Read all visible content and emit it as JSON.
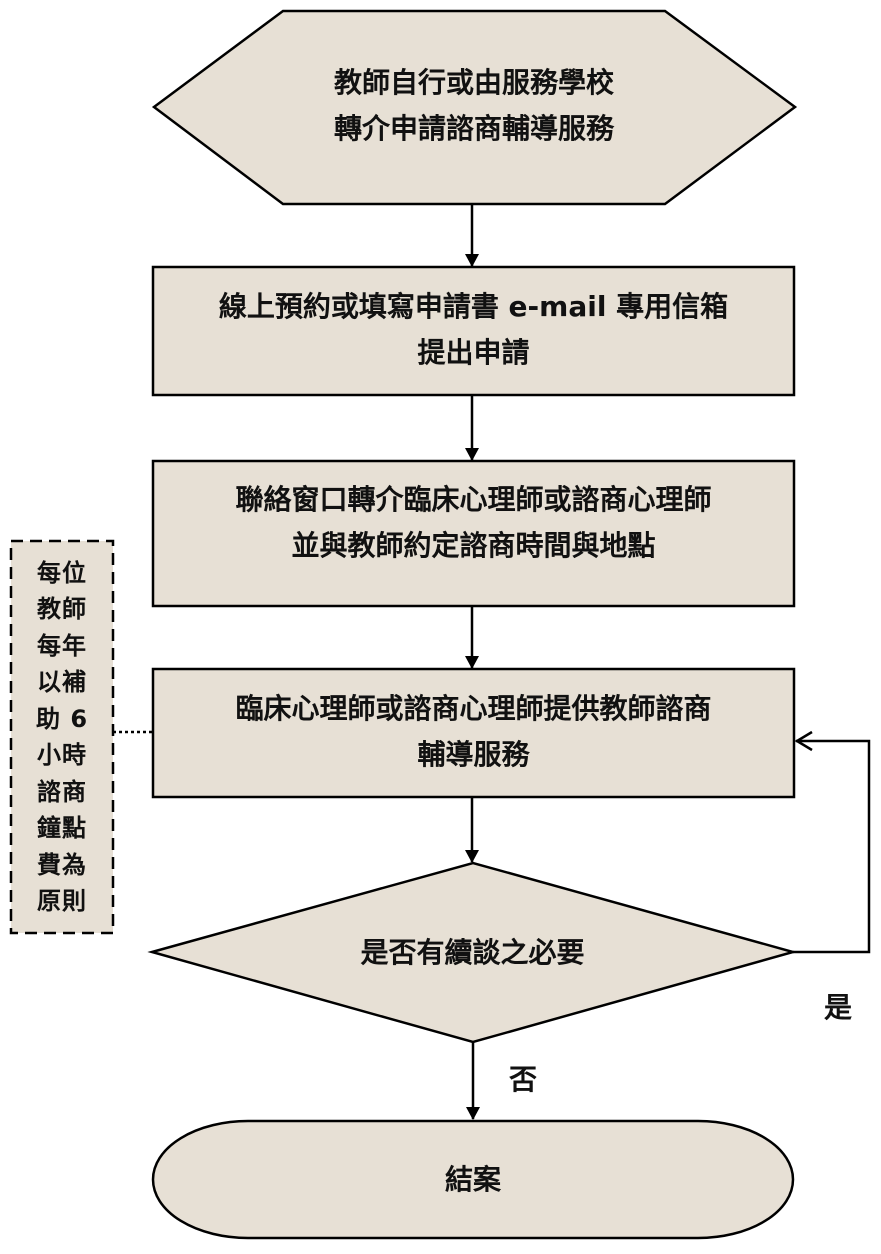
{
  "colors": {
    "shape_fill": "#E7E0D5",
    "stroke": "#000000",
    "text": "#111111"
  },
  "flowchart": {
    "start": {
      "shape": "hexagon",
      "lines": [
        "教師自行或由服務學校",
        "轉介申請諮商輔導服務"
      ]
    },
    "step1": {
      "shape": "rectangle",
      "lines": [
        "線上預約或填寫申請書 e-mail 專用信箱",
        "提出申請"
      ]
    },
    "step2": {
      "shape": "rectangle",
      "lines": [
        "聯絡窗口轉介臨床心理師或諮商心理師",
        "並與教師約定諮商時間與地點"
      ]
    },
    "step3": {
      "shape": "rectangle",
      "lines": [
        "臨床心理師或諮商心理師提供教師諮商",
        "輔導服務"
      ]
    },
    "decision": {
      "shape": "diamond",
      "text": "是否有續談之必要",
      "yes_label": "是",
      "no_label": "否"
    },
    "end": {
      "shape": "terminator",
      "text": "結案"
    },
    "annotation": {
      "shape": "dashed-rectangle",
      "lines": [
        "每位",
        "教師",
        "每年",
        "以補",
        "助 6",
        "小時",
        "諮商",
        "鐘點",
        "費為",
        "原則"
      ]
    }
  }
}
